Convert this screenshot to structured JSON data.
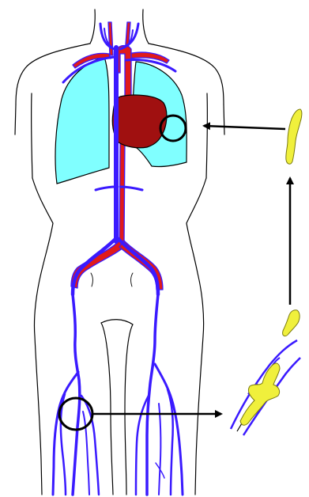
{
  "diagram": {
    "colors": {
      "body_outline": "#000000",
      "lung": "#80ffff",
      "heart": "#a01010",
      "artery": "#e01a1a",
      "vein": "#3a1aff",
      "clot": "#f0f03c",
      "clot_outline": "#7a7a10",
      "marker": "#000000",
      "background": "#ffffff"
    },
    "parts": [
      {
        "id": "body-outline",
        "kind": "outline"
      },
      {
        "id": "lung-right",
        "kind": "organ"
      },
      {
        "id": "lung-left",
        "kind": "organ"
      },
      {
        "id": "heart",
        "kind": "organ"
      },
      {
        "id": "aorta-and-leg-arteries",
        "kind": "artery"
      },
      {
        "id": "vena-cava-and-leg-veins",
        "kind": "vein"
      },
      {
        "id": "lung-embolism-circle",
        "kind": "marker"
      },
      {
        "id": "leg-thrombus-circle",
        "kind": "marker"
      },
      {
        "id": "clot-in-vein-inset",
        "kind": "inset"
      },
      {
        "id": "clot-detaching",
        "kind": "clot"
      },
      {
        "id": "clot-travelling-to-lung",
        "kind": "clot"
      }
    ],
    "arrows": [
      {
        "id": "arrow-leg-to-inset",
        "direction": "right"
      },
      {
        "id": "arrow-up-to-lung-level",
        "direction": "up"
      },
      {
        "id": "arrow-into-lung",
        "direction": "left"
      }
    ]
  }
}
